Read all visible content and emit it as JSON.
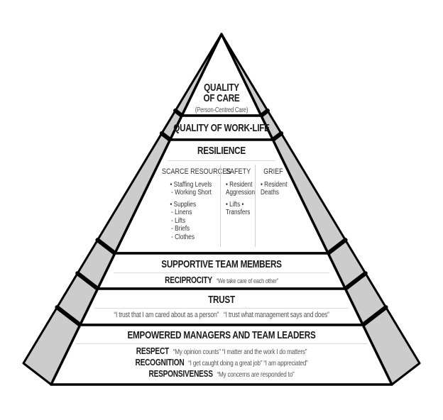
{
  "colors": {
    "outline": "#000000",
    "side_fill": "#cccccc",
    "face_fill": "#ffffff",
    "divider": "#d9d9d9",
    "heading_text": "#1a1a1a",
    "quote_text": "#555555"
  },
  "pyramid": {
    "apex": {
      "title_line1": "QUALITY",
      "title_line2": "OF CARE",
      "subtitle": "(Person-Centred Care)"
    },
    "quality_of_work_life": {
      "title": "QUALITY OF WORK-LIFE"
    },
    "resilience": {
      "title": "RESILIENCE",
      "columns": [
        {
          "header": "SCARCE RESOURCES",
          "groups": [
            {
              "item": "• Staffing Levels",
              "subitems": [
                "- Working Short"
              ]
            },
            {
              "item": "• Supplies",
              "subitems": [
                "- Linens",
                "- Lifts",
                "- Briefs",
                "- Clothes"
              ]
            }
          ]
        },
        {
          "header": "SAFETY",
          "groups": [
            {
              "item": "• Resident",
              "subitems": [
                "Aggression"
              ]
            },
            {
              "item": "• Lifts •",
              "subitems": [
                "Transfers"
              ]
            }
          ]
        },
        {
          "header": "GRIEF",
          "groups": [
            {
              "item": "• Resident",
              "subitems": [
                "Deaths"
              ]
            }
          ]
        }
      ]
    },
    "supportive_team_members": {
      "title": "SUPPORTIVE TEAM MEMBERS",
      "rows": [
        {
          "label": "RECIPROCITY",
          "quotes": [
            "“We take care of each other”"
          ]
        }
      ]
    },
    "trust": {
      "title": "TRUST",
      "quotes": [
        "“I trust that I am cared about as a person”",
        "“I trust what management says and does”"
      ]
    },
    "empowered_managers": {
      "title": "EMPOWERED MANAGERS AND TEAM LEADERS",
      "rows": [
        {
          "label": "RESPECT",
          "quotes": "“My opinion counts”  “I matter and the work I do matters”"
        },
        {
          "label": "RECOGNITION",
          "quotes": "“I get caught doing a great job”  “I am appreciated”"
        },
        {
          "label": "RESPONSIVENESS",
          "quotes": "“My concerns are responded to”"
        }
      ]
    }
  }
}
